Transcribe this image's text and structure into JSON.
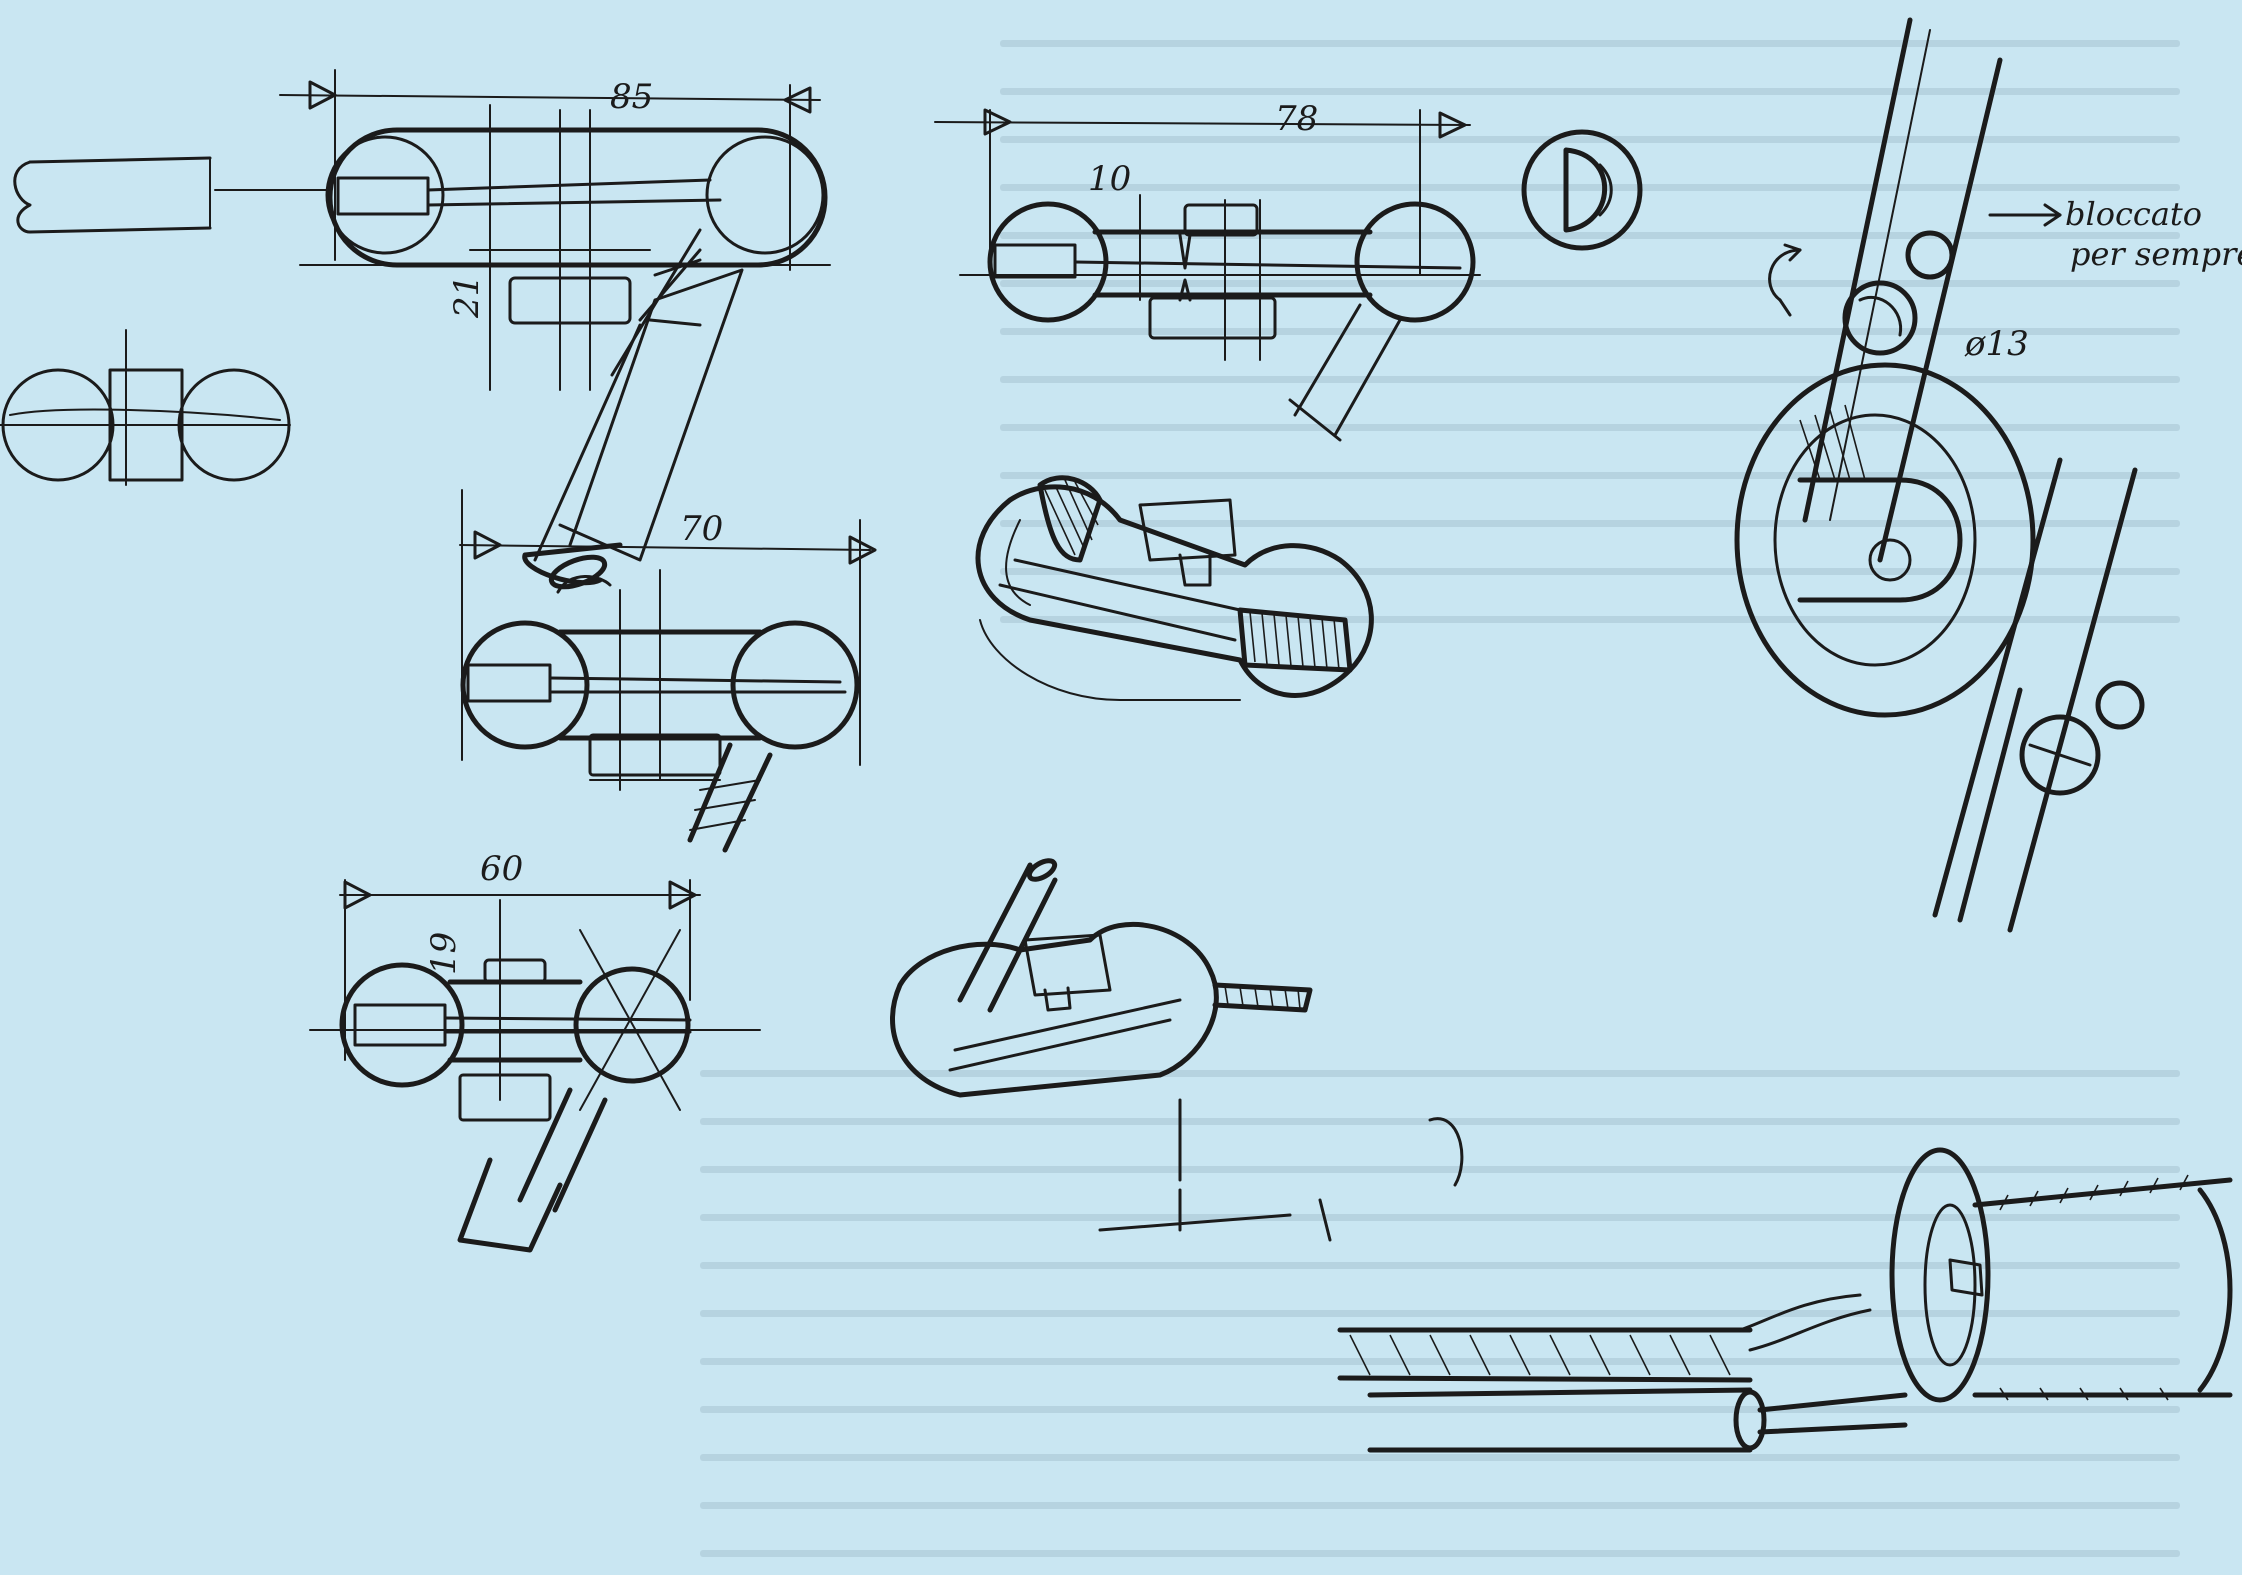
{
  "sheet": {
    "background": "#c9e6f2",
    "ink": "#1b1b1b"
  },
  "dimensions": {
    "d85": "85",
    "d78": "78",
    "d70": "70",
    "d60": "60",
    "d10": "10",
    "d21": "21",
    "d19": "19",
    "d13": "ø13"
  },
  "notes": {
    "line1": "bloccato",
    "line2": "per sempre"
  }
}
